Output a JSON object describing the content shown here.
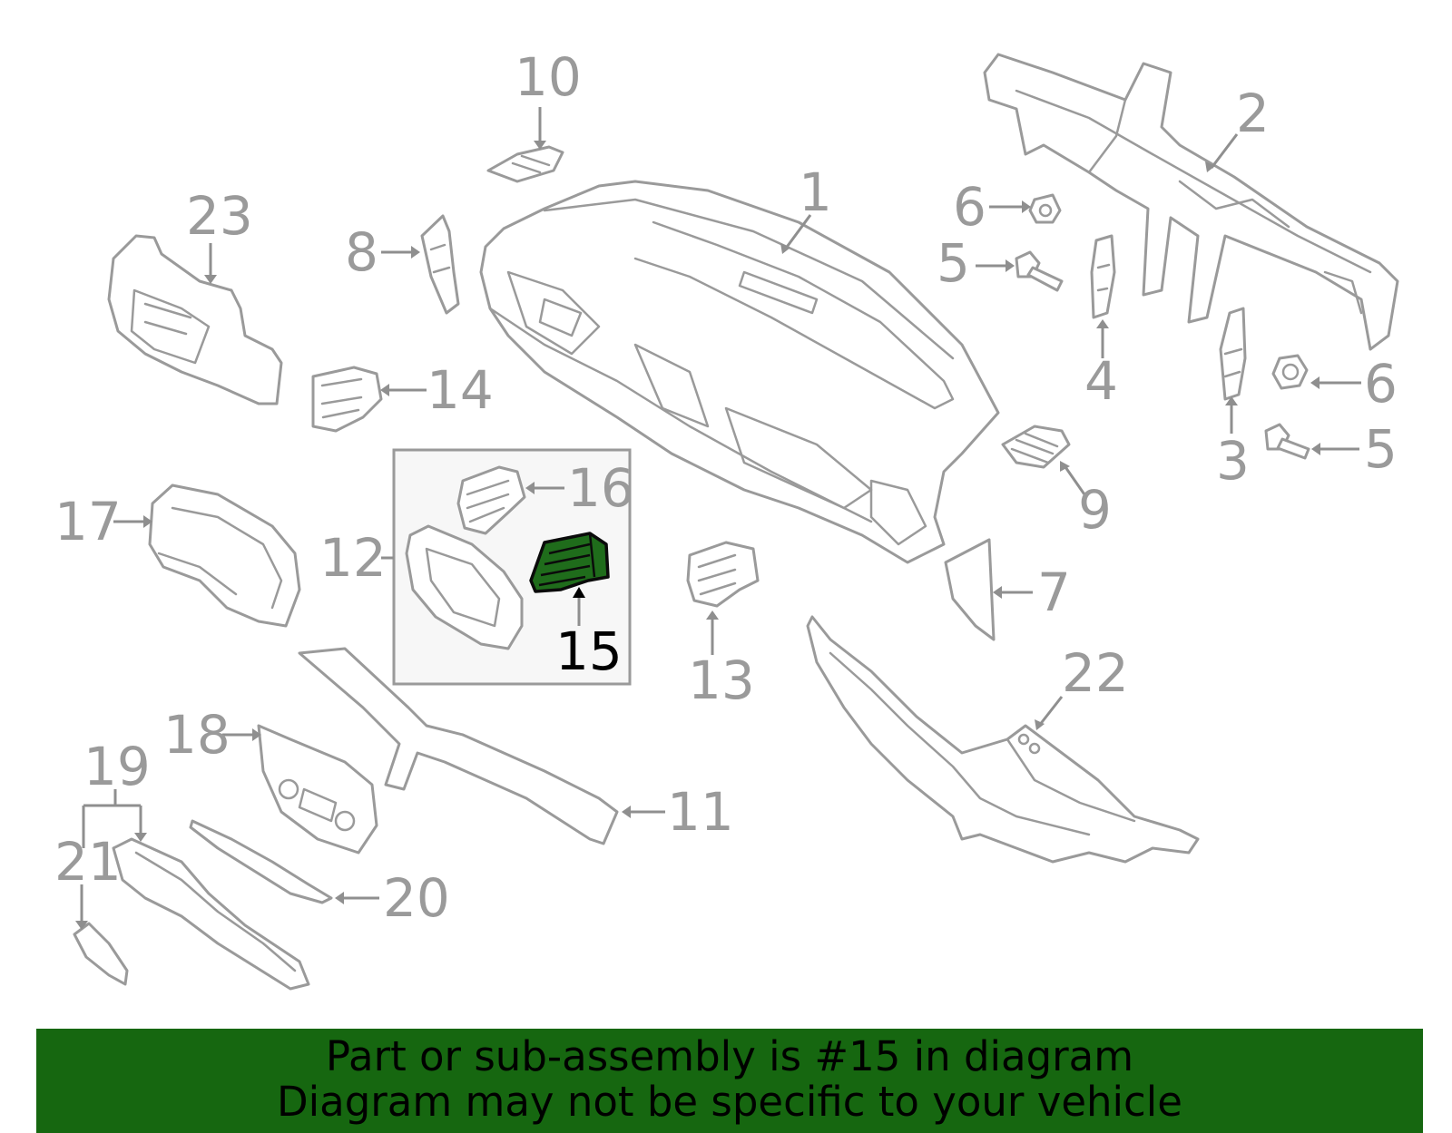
{
  "callouts": {
    "c1": "1",
    "c2": "2",
    "c3": "3",
    "c4": "4",
    "c5a": "5",
    "c5b": "5",
    "c6a": "6",
    "c6b": "6",
    "c7": "7",
    "c8": "8",
    "c9": "9",
    "c10": "10",
    "c11": "11",
    "c12": "12",
    "c13": "13",
    "c14": "14",
    "c15": "15",
    "c16": "16",
    "c17": "17",
    "c18": "18",
    "c19": "19",
    "c20": "20",
    "c21": "21",
    "c22": "22",
    "c23": "23"
  },
  "highlight": {
    "part": "15",
    "color": "#1f6c1b"
  },
  "banner": {
    "line1": "Part or sub-assembly is #15 in diagram",
    "line2": "Diagram may not be specific to your vehicle",
    "background": "#166710"
  }
}
